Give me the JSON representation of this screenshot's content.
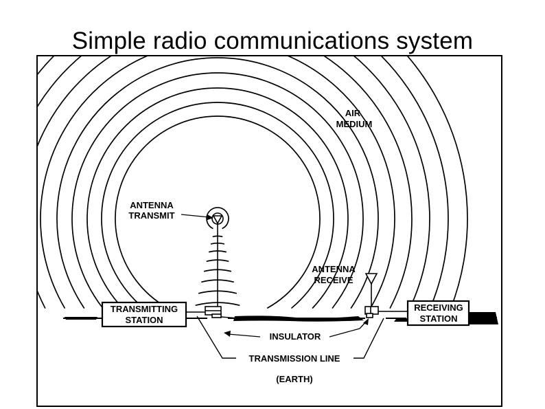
{
  "slide": {
    "title": "Simple radio communications system"
  },
  "diagram": {
    "labels": {
      "air_medium_line1": "AIR",
      "air_medium_line2": "MEDIUM",
      "antenna_transmit_line1": "ANTENNA",
      "antenna_transmit_line2": "TRANSMIT",
      "antenna_receive_line1": "ANTENNA",
      "antenna_receive_line2": "RECEIVE",
      "transmitting_station_line1": "TRANSMITTING",
      "transmitting_station_line2": "STATION",
      "receiving_station_line1": "RECEIVING",
      "receiving_station_line2": "STATION",
      "insulator": "INSULATOR",
      "transmission_line": "TRANSMISSION LINE",
      "earth": "(EARTH)"
    },
    "colors": {
      "ink": "#000000",
      "paper": "#ffffff"
    }
  }
}
